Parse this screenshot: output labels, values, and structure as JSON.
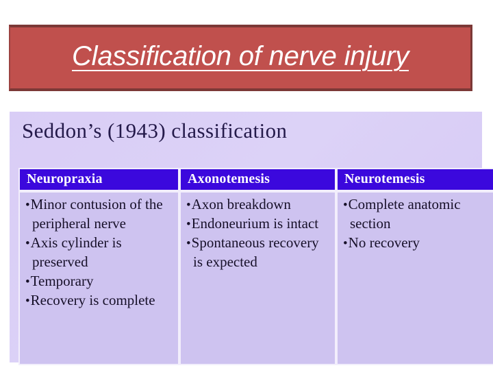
{
  "slide": {
    "title": "Classification of nerve injury",
    "section_heading": "Seddon’s (1943) classification",
    "colors": {
      "title_banner_bg": "#c0504d",
      "title_banner_border": "#7b3836",
      "title_text": "#ffffff",
      "panel_bg": "#d9cdf6",
      "table_header_bg": "#3b08dd",
      "table_header_text": "#ffffff",
      "table_cell_bg": "#cec3f0",
      "table_border": "#f2eefc",
      "body_text": "#171029",
      "heading_text": "#241a4a"
    }
  },
  "table": {
    "headers": [
      "Neuropraxia",
      "Axonotemesis",
      "Neurotemesis"
    ],
    "columns": [
      {
        "header": "Neuropraxia",
        "bullets": [
          "Minor contusion of the peripheral nerve",
          "Axis cylinder is preserved",
          "Temporary",
          "Recovery is complete"
        ]
      },
      {
        "header": "Axonotemesis",
        "bullets": [
          "Axon breakdown",
          "Endoneurium is intact",
          "Spontaneous recovery is expected"
        ]
      },
      {
        "header": "Neurotemesis",
        "bullets": [
          "Complete anatomic section",
          "No recovery"
        ]
      }
    ]
  }
}
